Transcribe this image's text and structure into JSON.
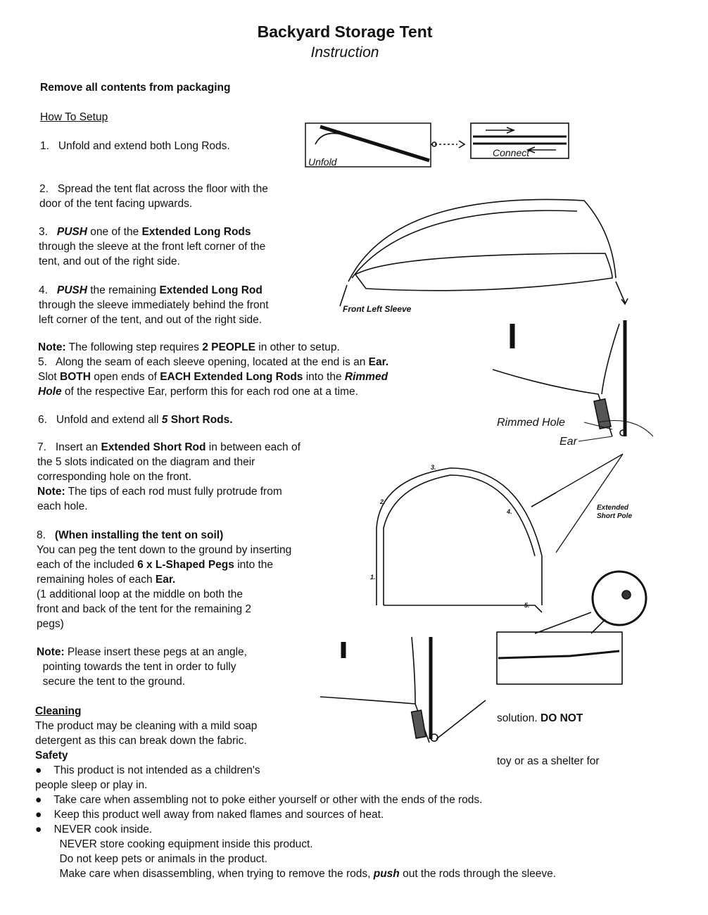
{
  "header": {
    "title": "Backyard Storage Tent",
    "subtitle": "Instruction"
  },
  "blocks": [
    {
      "id": "remove",
      "lines": [
        [
          [
            "Remove all contents from packaging",
            "b"
          ]
        ]
      ]
    },
    {
      "id": "howto",
      "lines": [
        [
          [
            "How To Setup",
            "u"
          ]
        ]
      ]
    },
    {
      "id": "step1",
      "lines": [
        [
          [
            "1.   Unfold and extend both ",
            ""
          ],
          [
            "Long Rods",
            ""
          ],
          [
            ".",
            ""
          ]
        ]
      ]
    },
    {
      "id": "step2",
      "lines": [
        [
          [
            "2.   Spread the tent flat across the floor with the",
            ""
          ]
        ],
        [
          [
            "door of the tent facing upwards.",
            ""
          ]
        ]
      ]
    },
    {
      "id": "step3",
      "lines": [
        [
          [
            "3.   ",
            ""
          ],
          [
            "PUSH",
            "bi"
          ],
          [
            " one of the ",
            ""
          ],
          [
            "Extended Long Rods",
            "b"
          ]
        ],
        [
          [
            "through the sleeve at the front left corner of the",
            ""
          ]
        ],
        [
          [
            "tent, and out of the right side.",
            ""
          ]
        ]
      ]
    },
    {
      "id": "step4",
      "lines": [
        [
          [
            "4.   ",
            ""
          ],
          [
            "PUSH",
            "bi"
          ],
          [
            " the remaining ",
            ""
          ],
          [
            "Extended Long Rod",
            "b"
          ]
        ],
        [
          [
            "through the sleeve immediately behind the front",
            ""
          ]
        ],
        [
          [
            "left corner of the tent, and out of the right side.",
            ""
          ]
        ]
      ]
    },
    {
      "id": "step5",
      "lines": [
        [
          [
            "Note:",
            "b"
          ],
          [
            " The following step requires ",
            ""
          ],
          [
            "2 PEOPLE",
            "b"
          ],
          [
            " in other to setup.",
            ""
          ]
        ],
        [
          [
            "5.   Along the seam of each sleeve opening, located at the end is an ",
            ""
          ],
          [
            "Ear.",
            "b"
          ]
        ],
        [
          [
            "Slot ",
            ""
          ],
          [
            "BOTH",
            "b"
          ],
          [
            " open ends of ",
            ""
          ],
          [
            "EACH Extended Long Rods",
            "b"
          ],
          [
            " into the ",
            ""
          ],
          [
            "Rimmed",
            "bi"
          ]
        ],
        [
          [
            "Hole",
            "bi"
          ],
          [
            " of the respective ",
            ""
          ],
          [
            "Ear",
            ""
          ],
          [
            ", perform this for each rod one at a time.",
            ""
          ]
        ]
      ]
    },
    {
      "id": "step6",
      "lines": [
        [
          [
            "6.   Unfold and extend all ",
            ""
          ],
          [
            "5",
            "bi"
          ],
          [
            " ",
            ""
          ],
          [
            "Short Rods.",
            "b"
          ]
        ]
      ]
    },
    {
      "id": "step7",
      "lines": [
        [
          [
            "7.   Insert an ",
            ""
          ],
          [
            "Extended Short Rod",
            "b"
          ],
          [
            " in between each of",
            ""
          ]
        ],
        [
          [
            "the 5 slots indicated on the diagram and their",
            ""
          ]
        ],
        [
          [
            "corresponding hole on the front.",
            ""
          ]
        ],
        [
          [
            "Note:",
            "b"
          ],
          [
            " The tips of each rod must fully protrude from",
            ""
          ]
        ],
        [
          [
            "each hole.",
            ""
          ]
        ]
      ]
    },
    {
      "id": "step8",
      "lines": [
        [
          [
            "8.   ",
            ""
          ],
          [
            "(When installing the tent on soil)",
            "b"
          ]
        ],
        [
          [
            "You can peg the tent down to the ground by inserting",
            ""
          ]
        ],
        [
          [
            "each of the included ",
            ""
          ],
          [
            "6 x L-Shaped Pegs",
            "b"
          ],
          [
            " into the",
            ""
          ]
        ],
        [
          [
            "remaining holes of each ",
            ""
          ],
          [
            "Ear.",
            "b"
          ]
        ],
        [
          [
            "(1 additional loop at the middle on both the",
            ""
          ]
        ],
        [
          [
            "front and back of the tent for the remaining 2",
            ""
          ]
        ],
        [
          [
            "pegs)",
            ""
          ]
        ]
      ]
    },
    {
      "id": "note",
      "lines": [
        [
          [
            "Note:",
            "b"
          ],
          [
            " Please insert these pegs at an angle,",
            ""
          ]
        ],
        [
          [
            "  pointing towards the tent in order to fully",
            ""
          ]
        ],
        [
          [
            "  secure the tent to the ground.",
            ""
          ]
        ]
      ]
    },
    {
      "id": "cleaning",
      "lines": [
        [
          [
            "Cleaning",
            "b u"
          ]
        ],
        [
          [
            "The product may be cleaning with a mild soap",
            ""
          ]
        ],
        [
          [
            "detergent as this can break down the fabric.",
            ""
          ]
        ],
        [
          [
            "Safety",
            "b"
          ]
        ],
        [
          [
            "●    This product is not intended as a children's",
            ""
          ]
        ],
        [
          [
            "people sleep or play in.",
            ""
          ]
        ],
        [
          [
            "●    Take care when assembling not to poke either yourself or other with the ends of the rods.",
            ""
          ]
        ],
        [
          [
            "●    Keep this product well away from naked flames and sources of heat.",
            ""
          ]
        ],
        [
          [
            "●    NEVER cook inside.",
            ""
          ]
        ],
        [
          [
            "        NEVER store cooking equipment inside this product.",
            ""
          ]
        ],
        [
          [
            "        Do not keep pets or animals in the product.",
            ""
          ]
        ],
        [
          [
            "        Make care when disassembling, when trying to remove the rods, ",
            ""
          ],
          [
            "push",
            "bi"
          ],
          [
            " out the rods through the sleeve.",
            ""
          ]
        ]
      ]
    },
    {
      "id": "right1",
      "lines": [
        [
          [
            "solution. ",
            ""
          ],
          [
            "DO NOT",
            "b"
          ]
        ]
      ]
    },
    {
      "id": "right2",
      "lines": [
        [
          [
            "toy or as a shelter for",
            ""
          ]
        ]
      ]
    }
  ],
  "labels": {
    "unfold": "Unfold",
    "connect": "Connect",
    "front_left_sleeve": "Front Left Sleeve",
    "rimmed_hole": "Rimmed Hole",
    "ear": "Ear",
    "extended_short_pole_1": "Extended",
    "extended_short_pole_2": "Short Pole",
    "n1": "1.",
    "n2": "2.",
    "n3": "3.",
    "n4": "4.",
    "n5": "5."
  }
}
